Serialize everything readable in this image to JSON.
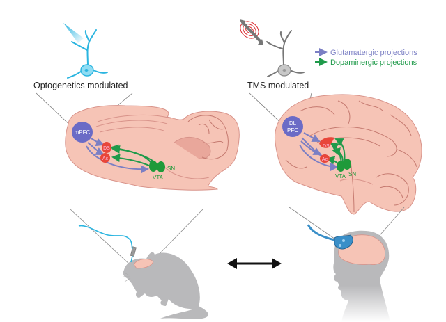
{
  "left_panel": {
    "title": "Optogenetics modulated",
    "regions": {
      "pfc": "mPFC",
      "ds": "DS",
      "ac": "Ac",
      "vta": "VTA",
      "sn": "SN"
    },
    "stimulation": "light"
  },
  "right_panel": {
    "title": "TMS modulated",
    "regions": {
      "pfc_line1": "DL",
      "pfc_line2": "PFC",
      "ds": "DS",
      "ac": "Ac",
      "vta": "VTA",
      "sn": "SN"
    },
    "stimulation": "magnetic coil"
  },
  "legend": {
    "items": [
      {
        "label": "Glutamatergic projections",
        "color": "#7b7fc4"
      },
      {
        "label": "Dopaminergic projections",
        "color": "#1f9a4a"
      }
    ]
  },
  "colors": {
    "brain": "#f6c4b6",
    "brain_outline": "#d8938a",
    "pfc": "#6b6bc6",
    "striatum": "#e8463a",
    "midbrain": "#1f9a3a",
    "neuron_opto": "#2bb5e0",
    "neuron_tms": "#8a8a8a",
    "silhouette": "#b9b9bb",
    "tms_coil": "#3a8fc8"
  },
  "translation_arrow": "bidirectional"
}
